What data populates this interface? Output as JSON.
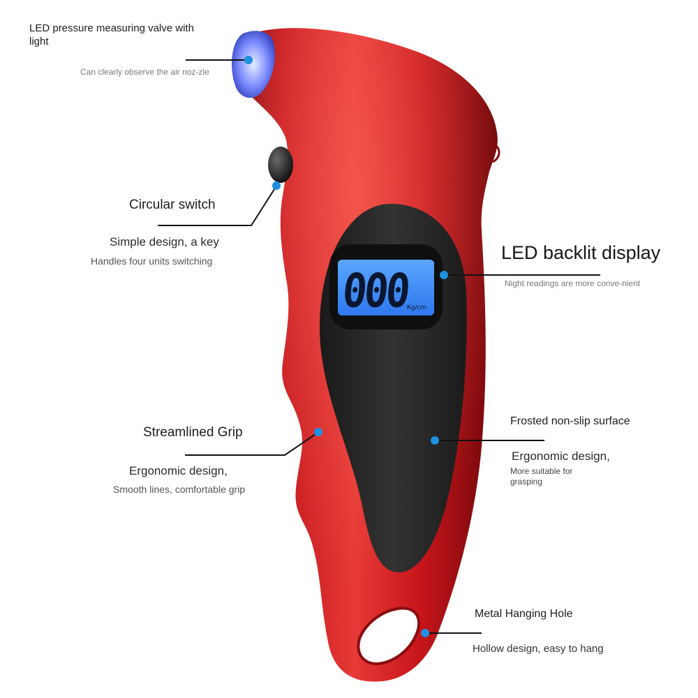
{
  "product": {
    "display": {
      "reading": "000",
      "unit": "Kg/cm"
    }
  },
  "callouts": {
    "valve": {
      "title": "LED pressure measuring valve with light",
      "description": "Can clearly observe the air noz-zle"
    },
    "switch": {
      "title": "Circular switch",
      "subtitle": "Simple design, a key",
      "description": "Handles four units switching"
    },
    "display": {
      "title": "LED backlit display",
      "description": "Night readings are more conve-nient"
    },
    "grip": {
      "title": "Streamlined Grip",
      "subtitle": "Ergonomic design,",
      "description": "Smooth lines, comfortable grip"
    },
    "surface": {
      "title": "Frosted non-slip surface",
      "subtitle": "Ergonomic design,",
      "description": "More suitable for grasping"
    },
    "hole": {
      "title": "Metal Hanging Hole",
      "description": "Hollow design, easy to hang"
    }
  },
  "colors": {
    "body_red": "#c8151b",
    "body_red_dark": "#7e0a0d",
    "panel_black": "#252525",
    "lcd_blue": "#3a8bff",
    "led_blue": "#6e86ff",
    "callout_dot": "#1e90e0",
    "callout_line": "#111111"
  }
}
